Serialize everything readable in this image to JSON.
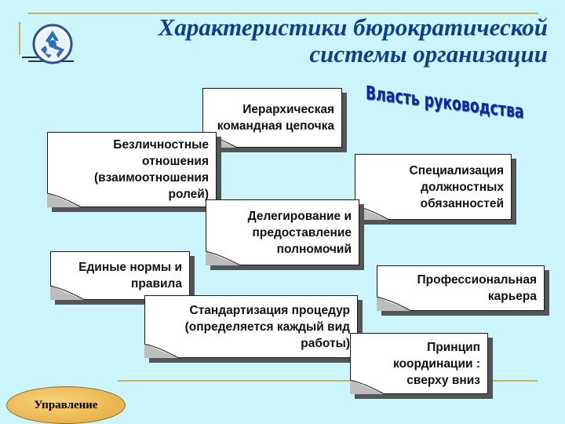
{
  "header": {
    "title_line1": "Характеристики бюрократической",
    "title_line2": "системы организации",
    "subtitle": "Власть руководства"
  },
  "cards": {
    "hierarchy": "Иерархическая командная цепочка",
    "impersonal": "Безличностные отношения (взаимоотношения ролей)",
    "specialization": "Специализация должностных обязанностей",
    "delegation": "Делегирование и предоставление полномочий",
    "norms": "Единые нормы и правила",
    "career": "Профессиональная карьера",
    "standardization": "Стандартизация процедур (определяется каждый вид работы)",
    "coordination": "Принцип координации : сверху вниз"
  },
  "nav": {
    "button_label": "Управление"
  },
  "colors": {
    "background": "#ccf5fb",
    "title": "#0f3f8c",
    "subtitle": "#0b2aa0",
    "rule": "#c9b15a",
    "nav_button": "#e9b44d"
  },
  "icons": {
    "logo": "recycle-logo-icon"
  }
}
